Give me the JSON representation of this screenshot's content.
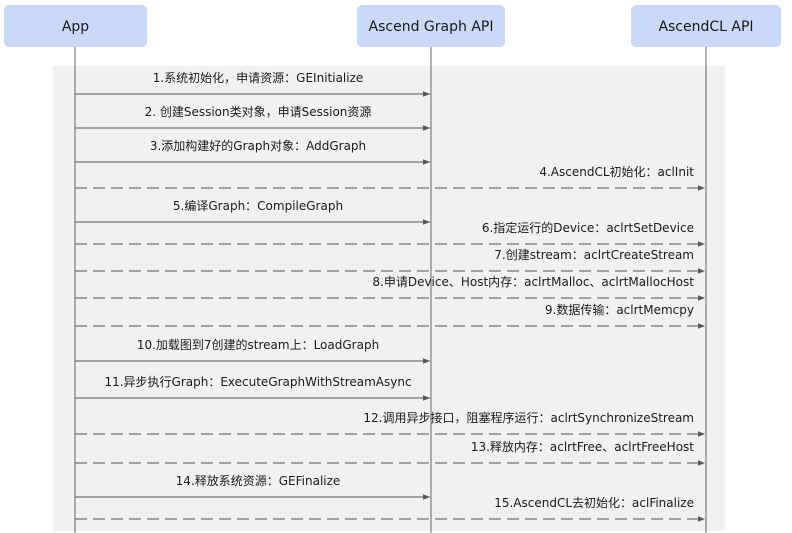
{
  "actors": [
    {
      "id": "app",
      "label": "App"
    },
    {
      "id": "graph",
      "label": "Ascend Graph API"
    },
    {
      "id": "acl",
      "label": "AscendCL API"
    }
  ],
  "messages": [
    {
      "from": "app",
      "to": "graph",
      "style": "solid",
      "label": "1.系统初始化，申请资源：GEInitialize"
    },
    {
      "from": "app",
      "to": "graph",
      "style": "solid",
      "label": "2. 创建Session类对象，申请Session资源"
    },
    {
      "from": "app",
      "to": "graph",
      "style": "solid",
      "label": "3.添加构建好的Graph对象：AddGraph"
    },
    {
      "from": "app",
      "to": "acl",
      "style": "dashed",
      "label": "4.AscendCL初始化：aclInit"
    },
    {
      "from": "app",
      "to": "graph",
      "style": "solid",
      "label": "5.编译Graph：CompileGraph"
    },
    {
      "from": "app",
      "to": "acl",
      "style": "dashed",
      "label": "6.指定运行的Device：aclrtSetDevice"
    },
    {
      "from": "app",
      "to": "acl",
      "style": "dashed",
      "label": "7.创建stream：aclrtCreateStream"
    },
    {
      "from": "app",
      "to": "acl",
      "style": "dashed",
      "label": "8.申请Device、Host内存：aclrtMalloc、aclrtMallocHost"
    },
    {
      "from": "app",
      "to": "acl",
      "style": "dashed",
      "label": "9.数据传输：aclrtMemcpy"
    },
    {
      "from": "app",
      "to": "graph",
      "style": "solid",
      "label": "10.加载图到7创建的stream上：LoadGraph"
    },
    {
      "from": "app",
      "to": "graph",
      "style": "solid",
      "label": "11.异步执行Graph：ExecuteGraphWithStreamAsync"
    },
    {
      "from": "app",
      "to": "acl",
      "style": "dashed",
      "label": "12.调用异步接口，阻塞程序运行：aclrtSynchronizeStream"
    },
    {
      "from": "app",
      "to": "acl",
      "style": "dashed",
      "label": "13.释放内存：aclrtFree、aclrtFreeHost"
    },
    {
      "from": "app",
      "to": "graph",
      "style": "solid",
      "label": "14.释放系统资源：GEFinalize"
    },
    {
      "from": "app",
      "to": "acl",
      "style": "dashed",
      "label": "15.AscendCL去初始化：aclFinalize"
    }
  ],
  "colors": {
    "actor_box": "#c9d9f7",
    "activation_area": "#f1f1f1",
    "line": "#555555",
    "text": "#1a1a1a"
  }
}
